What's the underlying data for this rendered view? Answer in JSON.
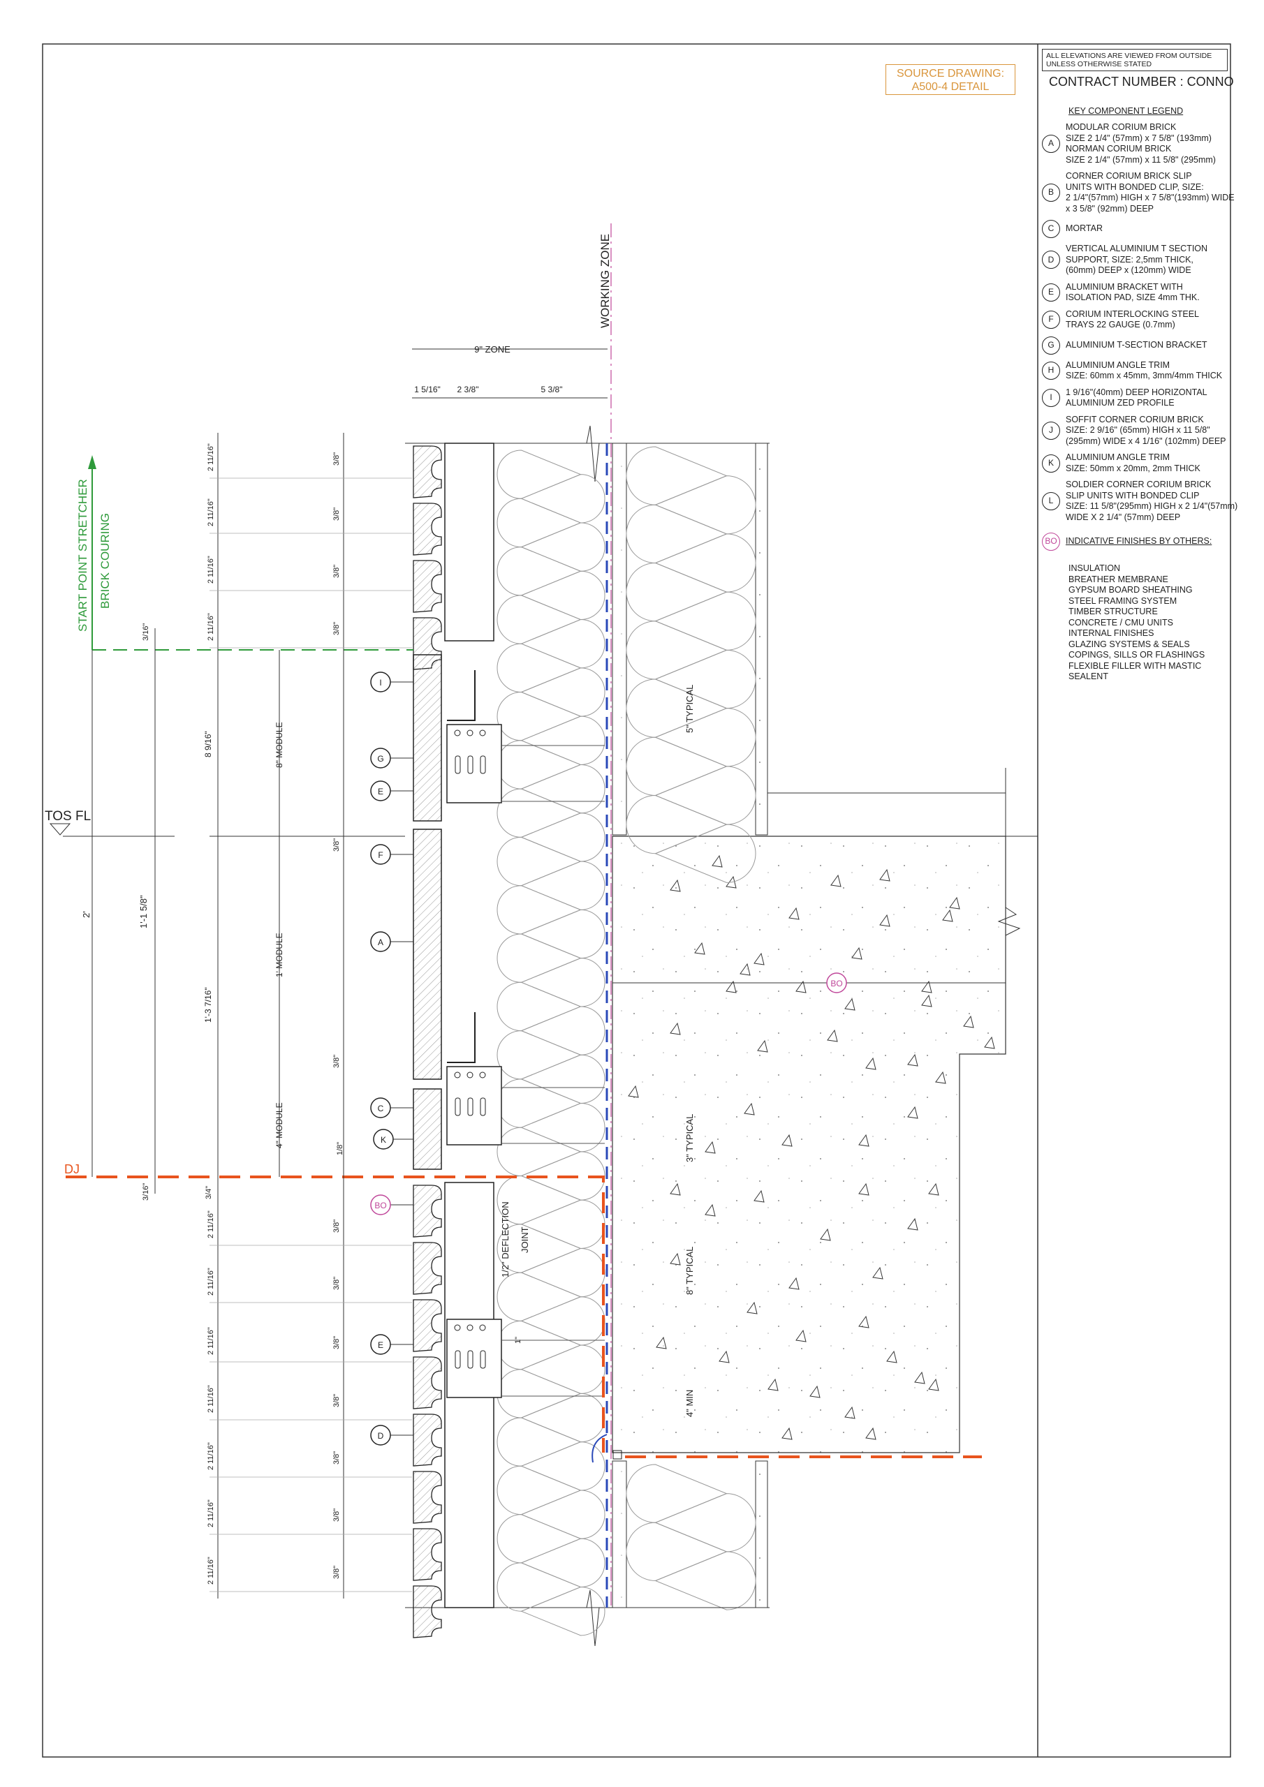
{
  "source_drawing": {
    "line1": "SOURCE DRAWING:",
    "line2": "A500-4 DETAIL"
  },
  "notes": {
    "line1": "ALL ELEVATIONS ARE VIEWED FROM OUTSIDE",
    "line2": "UNLESS OTHERWISE STATED"
  },
  "contract": "CONTRACT NUMBER :   CONNO",
  "legend": {
    "title": "KEY COMPONENT LEGEND",
    "items": [
      {
        "key": "A",
        "lines": [
          "MODULAR CORIUM BRICK",
          "SIZE 2 1/4\" (57mm) x 7 5/8\" (193mm)",
          "NORMAN CORIUM BRICK",
          "SIZE 2 1/4\" (57mm) x 11 5/8\" (295mm)"
        ]
      },
      {
        "key": "B",
        "lines": [
          "CORNER CORIUM BRICK SLIP",
          "UNITS WITH BONDED CLIP, SIZE:",
          "2 1/4\"(57mm) HIGH x 7 5/8\"(193mm) WIDE",
          "x  3 5/8\" (92mm) DEEP"
        ]
      },
      {
        "key": "C",
        "lines": [
          "MORTAR"
        ]
      },
      {
        "key": "D",
        "lines": [
          "VERTICAL ALUMINIUM T SECTION",
          "SUPPORT, SIZE: 2,5mm THICK,",
          "(60mm) DEEP x (120mm) WIDE"
        ]
      },
      {
        "key": "E",
        "lines": [
          "ALUMINIUM BRACKET WITH",
          "ISOLATION PAD, SIZE 4mm THK."
        ]
      },
      {
        "key": "F",
        "lines": [
          "CORIUM INTERLOCKING STEEL",
          "TRAYS 22 GAUGE (0.7mm)"
        ]
      },
      {
        "key": "G",
        "lines": [
          "ALUMINIUM T-SECTION BRACKET"
        ]
      },
      {
        "key": "H",
        "lines": [
          "ALUMINIUM ANGLE TRIM",
          "SIZE: 60mm x 45mm, 3mm/4mm THICK"
        ]
      },
      {
        "key": "I",
        "lines": [
          "1 9/16\"(40mm) DEEP HORIZONTAL",
          "ALUMINIUM ZED PROFILE"
        ]
      },
      {
        "key": "J",
        "lines": [
          "SOFFIT CORNER CORIUM BRICK",
          "SIZE: 2 9/16\" (65mm) HIGH x 11 5/8\"",
          "(295mm) WIDE x 4 1/16\" (102mm) DEEP"
        ]
      },
      {
        "key": "K",
        "lines": [
          "ALUMINIUM ANGLE TRIM",
          "SIZE: 50mm x 20mm, 2mm THICK"
        ]
      },
      {
        "key": "L",
        "lines": [
          "SOLDIER CORNER CORIUM BRICK",
          "SLIP UNITS WITH BONDED CLIP",
          "SIZE: 11 5/8\"(295mm) HIGH x 2 1/4\"(57mm)",
          "WIDE X  2 1/4\" (57mm) DEEP"
        ]
      }
    ],
    "bo": {
      "key": "BO",
      "title": "INDICATIVE FINISHES BY OTHERS:"
    },
    "finishes": [
      "INSULATION",
      "BREATHER MEMBRANE",
      "GYPSUM BOARD SHEATHING",
      "STEEL FRAMING SYSTEM",
      "TIMBER STRUCTURE",
      "CONCRETE  / CMU UNITS",
      "INTERNAL FINISHES",
      "GLAZING SYSTEMS & SEALS",
      "COPINGS, SILLS OR FLASHINGS",
      "FLEXIBLE FILLER WITH MASTIC",
      "SEALENT"
    ]
  },
  "drawing": {
    "working_zone": "WORKING ZONE",
    "zone": "9\" ZONE",
    "zone_dims": [
      "1 5/16\"",
      "2 3/8\"",
      "5 3/8\""
    ],
    "start_point_1": "START POINT STRETCHER",
    "start_point_2": "BRICK COURING",
    "tos_fl": "TOS FL",
    "dj": "DJ",
    "dim_2ft": "2'",
    "dim_1_1_5_8": "1'-1 5/8\"",
    "dim_3_16_top": "3/16\"",
    "dim_3_16_bottom": "3/16\"",
    "dim_8_9_16": "8 9/16\"",
    "dim_1_3_7_16": "1'-3 7/16\"",
    "dim_3_4": "3/4\"",
    "dim_2_11_16": "2 11/16\"",
    "dim_3_8": "3/8\"",
    "dim_1_8": "1/8\"",
    "module_8": "8\" MODULE",
    "module_1": "1' MODULE",
    "module_4": "4\" MODULE",
    "typical_5": "5\" TYPICAL",
    "typical_3": "3\" TYPICAL",
    "typical_8": "8\" TYPICAL",
    "min_4": "4\" MIN",
    "deflection_1": "1/2\" DEFLECTION",
    "deflection_2": "JOINT",
    "dim_1in": "1\"",
    "callouts": [
      "I",
      "G",
      "E",
      "F",
      "A",
      "C",
      "K",
      "BO",
      "E",
      "D",
      "BO"
    ]
  },
  "colors": {
    "orange": "#e8541e",
    "green": "#2e9a3a",
    "blue": "#2a49b8",
    "magenta": "#c0479a",
    "source": "#d9953b"
  }
}
